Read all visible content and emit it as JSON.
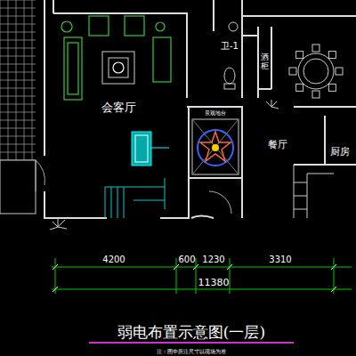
{
  "diagram": {
    "title": "弱电布置示意图(一层)",
    "labels": [
      "会客厅",
      "卫-1",
      "酒柜",
      "景观地台",
      "餐厅",
      "厨房",
      "4200",
      "600",
      "1230",
      "3310",
      "11380",
      "注：图中所注尺寸以现场为准"
    ]
  }
}
